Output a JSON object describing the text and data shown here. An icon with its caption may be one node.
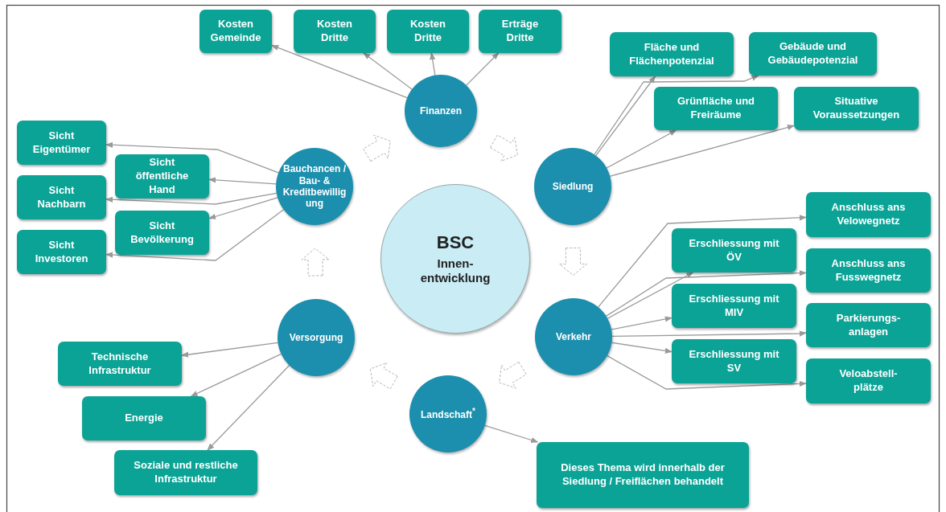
{
  "diagram": {
    "nodes": [
      {
        "text": [
          "BSC",
          "Innen-entwicklung"
        ]
      },
      {
        "text": [
          "Finanzen"
        ]
      },
      {
        "text": [
          "Siedlung"
        ]
      },
      {
        "text": [
          "Verkehr"
        ]
      },
      {
        "text": [
          "Landschaft$^{*}$"
        ]
      },
      {
        "text": [
          "Versorgung"
        ]
      },
      {
        "text": [
          "Bauchancen / Bau- & Kreditbewilligung"
        ]
      },
      {
        "text": [
          "Kosten Gemeinde"
        ]
      },
      {
        "text": [
          "Kosten Dritte"
        ]
      },
      {
        "text": [
          "Kosten Dritte"
        ]
      },
      {
        "text": [
          "Erträge Dritte"
        ]
      },
      {
        "text": [
          "Fläche und Flächenpotenzial"
        ]
      },
      {
        "text": [
          "Gebäude und Gebäudepotenzial"
        ]
      },
      {
        "text": [
          "Grünfläche und Freiräume"
        ]
      },
      {
        "text": [
          "Situative Voraussetzungen"
        ]
      },
      {
        "text": [
          "Sicht Eigentümer"
        ]
      },
      {
        "text": [
          "Sicht öffentliche Hand"
        ]
      },
      {
        "text": [
          "Sicht Nachbarn"
        ]
      },
      {
        "text": [
          "Sicht Bevölkerung"
        ]
      },
      {
        "text": [
          "Sicht Investoren"
        ]
      },
      {
        "text": [
          "Anschluss ans Velowegnetz"
        ]
      },
      {
        "text": [
          "Erschliessung mit ÖV"
        ]
      },
      {
        "text": [
          "Anschluss ans Fusswegnetz"
        ]
      },
      {
        "text": [
          "Erschliessung mit MIV"
        ]
      },
      {
        "text": [
          "Parkierungs-anlagen"
        ]
      },
      {
        "text": [
          "Erschliessung mit SV"
        ]
      },
      {
        "text": [
          "Veloabstell-plätze"
        ]
      },
      {
        "text": [
          "Technische Infrastruktur"
        ]
      },
      {
        "text": [
          "Energie"
        ]
      },
      {
        "text": [
          "Soziale und restliche Infrastruktur"
        ]
      },
      {
        "text": [
          "Dieses Thema wird innerhalb der Siedlung / Freiflächen behandelt"
        ]
      }
    ],
    "edges": [
      {
        "from": 1,
        "to": 7,
        "arrow": "to"
      },
      {
        "from": 1,
        "to": 8,
        "arrow": "to"
      },
      {
        "from": 1,
        "to": 9,
        "arrow": "to"
      },
      {
        "from": 1,
        "to": 10,
        "arrow": "to"
      },
      {
        "from": 2,
        "to": 11,
        "arrow": "to"
      },
      {
        "from": 2,
        "to": 12,
        "arrow": "to"
      },
      {
        "from": 2,
        "to": 13,
        "arrow": "to"
      },
      {
        "from": 2,
        "to": 14,
        "arrow": "to"
      },
      {
        "from": 6,
        "to": 15,
        "arrow": "to"
      },
      {
        "from": 6,
        "to": 16,
        "arrow": "to"
      },
      {
        "from": 6,
        "to": 17,
        "arrow": "to"
      },
      {
        "from": 6,
        "to": 18,
        "arrow": "to"
      },
      {
        "from": 6,
        "to": 19,
        "arrow": "to"
      },
      {
        "from": 3,
        "to": 20,
        "arrow": "to"
      },
      {
        "from": 3,
        "to": 21,
        "arrow": "to"
      },
      {
        "from": 3,
        "to": 22,
        "arrow": "to"
      },
      {
        "from": 3,
        "to": 23,
        "arrow": "to"
      },
      {
        "from": 3,
        "to": 24,
        "arrow": "to"
      },
      {
        "from": 3,
        "to": 25,
        "arrow": "to"
      },
      {
        "from": 3,
        "to": 26,
        "arrow": "to"
      },
      {
        "from": 5,
        "to": 27,
        "arrow": "to"
      },
      {
        "from": 5,
        "to": 28,
        "arrow": "to"
      },
      {
        "from": 5,
        "to": 29,
        "arrow": "to"
      },
      {
        "from": 4,
        "to": 30,
        "arrow": "to"
      },
      {
        "from": 1,
        "to": 2,
        "arrow": "to",
        "style": "thick"
      },
      {
        "from": 2,
        "to": 3,
        "arrow": "to",
        "style": "thick"
      },
      {
        "from": 3,
        "to": 4,
        "arrow": "to",
        "style": "thick"
      },
      {
        "from": 4,
        "to": 5,
        "arrow": "to",
        "style": "thick"
      },
      {
        "from": 5,
        "to": 6,
        "arrow": "to",
        "style": "thick"
      },
      {
        "from": 6,
        "to": 1,
        "arrow": "to",
        "style": "thick"
      }
    ]
  }
}
